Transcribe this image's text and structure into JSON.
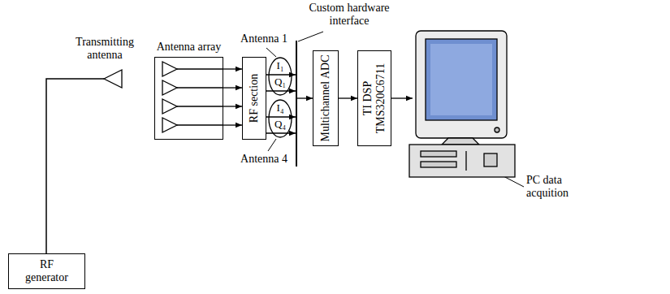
{
  "diagram": {
    "nodes": [
      {
        "text": [
          "RF generator"
        ]
      },
      {
        "text": [
          "Antenna array"
        ]
      },
      {
        "text": [
          "RF section"
        ]
      },
      {
        "text": [
          "I₁",
          "Q₁"
        ]
      },
      {
        "text": [
          "I₄",
          "Q₄"
        ]
      },
      {
        "text": [
          "Multichannel ADC"
        ]
      },
      {
        "text": [
          "TI DSP TMS320C6711"
        ]
      }
    ],
    "edges": [
      {
        "from": 1,
        "to": 2,
        "arrow": "to"
      },
      {
        "from": 1,
        "to": 2,
        "arrow": "to"
      },
      {
        "from": 1,
        "to": 2,
        "arrow": "to"
      },
      {
        "from": 1,
        "to": 2,
        "arrow": "to"
      },
      {
        "from": 5,
        "to": 6,
        "arrow": "to"
      }
    ],
    "labels": [
      "Transmitting antenna",
      "Custom hardware interface",
      "Antenna 1",
      "Antenna 4",
      "PC data acquition"
    ]
  }
}
